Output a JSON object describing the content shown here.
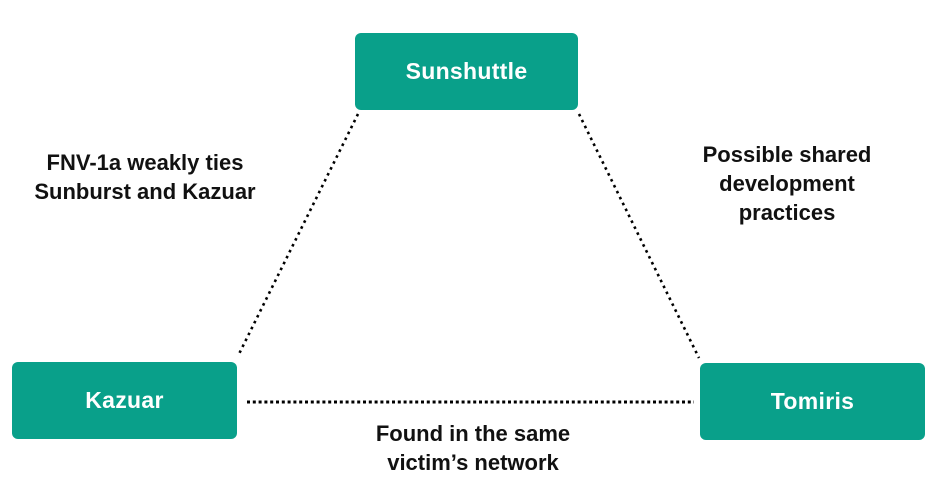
{
  "diagram": {
    "type": "relationship-triangle",
    "background_color": "#ffffff",
    "colors": {
      "node_fill": "#09a08a",
      "node_text": "#ffffff",
      "edge_line": "#000000",
      "label_text": "#111111"
    },
    "nodes": [
      {
        "id": "sunshuttle",
        "label": "Sunshuttle",
        "position": "top-center"
      },
      {
        "id": "kazuar",
        "label": "Kazuar",
        "position": "bottom-left"
      },
      {
        "id": "tomiris",
        "label": "Tomiris",
        "position": "bottom-right"
      }
    ],
    "edges": [
      {
        "from": "sunshuttle",
        "to": "kazuar",
        "style": "dotted",
        "label": "FNV-1a weakly ties Sunburst and Kazuar",
        "label_lines": [
          "FNV-1a weakly ties",
          "Sunburst and Kazuar"
        ]
      },
      {
        "from": "sunshuttle",
        "to": "tomiris",
        "style": "dotted",
        "label": "Possible shared development practices",
        "label_lines": [
          "Possible shared",
          "development",
          "practices"
        ]
      },
      {
        "from": "kazuar",
        "to": "tomiris",
        "style": "dotted",
        "label": "Found in the same victim’s network",
        "label_lines": [
          "Found in the same",
          "victim’s network"
        ]
      }
    ]
  }
}
